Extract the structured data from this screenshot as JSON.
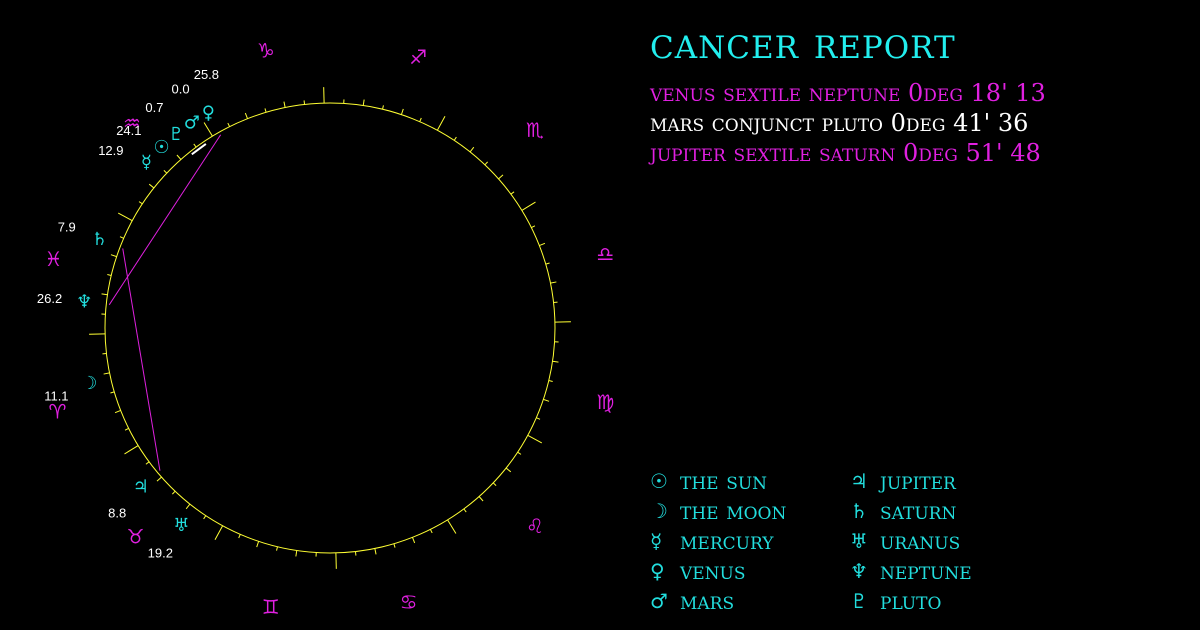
{
  "colors": {
    "background": "#000000",
    "ring": "#ffff33",
    "sign": "#e020e0",
    "planet": "#22dddd",
    "title": "#22eeee",
    "aspect_magenta": "#e020e0",
    "aspect_white": "#ffffff",
    "aspect_line": "#e020e0",
    "aspect_line_alt": "#ffffff",
    "degree_label": "#ffffff"
  },
  "title": "CANCER REPORT",
  "aspects": [
    {
      "text": "VENUS SEXTILE NEPTUNE 0DEG 18' 13",
      "color": "magenta"
    },
    {
      "text": "MARS CONJUNCT PLUTO 0DEG 41' 36",
      "color": "white"
    },
    {
      "text": "JUPITER SEXTILE SATURN 0DEG 51' 48",
      "color": "magenta"
    }
  ],
  "zodiac_signs": [
    {
      "name": "capricorn",
      "glyph": "♑",
      "angle": 103
    },
    {
      "name": "sagittarius",
      "glyph": "♐",
      "angle": 72
    },
    {
      "name": "scorpio",
      "glyph": "♏",
      "angle": 44
    },
    {
      "name": "libra",
      "glyph": "♎",
      "angle": 15
    },
    {
      "name": "virgo",
      "glyph": "♍",
      "angle": -15
    },
    {
      "name": "leo",
      "glyph": "♌",
      "angle": -44
    },
    {
      "name": "cancer",
      "glyph": "♋",
      "angle": -74
    },
    {
      "name": "gemini",
      "glyph": "♊",
      "angle": -102
    },
    {
      "name": "taurus",
      "glyph": "♉",
      "angle": -133
    },
    {
      "name": "aries",
      "glyph": "♈",
      "angle": -163
    },
    {
      "name": "pisces",
      "glyph": "♓",
      "angle": 166
    },
    {
      "name": "aquarius",
      "glyph": "♒",
      "angle": 134
    }
  ],
  "planets": [
    {
      "name": "venus",
      "glyph": "♀",
      "angle": 119.5,
      "degree": "25.8",
      "label_angle": 116
    },
    {
      "name": "mars",
      "glyph": "♂",
      "angle": 124,
      "degree": "0.0",
      "label_angle": 122
    },
    {
      "name": "pluto",
      "glyph": "♇",
      "angle": 128.5,
      "degree": "0.7",
      "label_angle": 128.5
    },
    {
      "name": "sun",
      "glyph": "☉",
      "angle": 133,
      "degree": "24.1",
      "label_angle": 135.5
    },
    {
      "name": "mercury",
      "glyph": "☿",
      "angle": 138,
      "degree": "12.9",
      "label_angle": 141
    },
    {
      "name": "saturn",
      "glyph": "♄",
      "angle": 159,
      "degree": "7.9",
      "label_angle": 159
    },
    {
      "name": "neptune",
      "glyph": "♆",
      "angle": 174,
      "degree": "26.2",
      "label_angle": 174
    },
    {
      "name": "moon",
      "glyph": "☽",
      "angle": -167,
      "degree": "11.1",
      "label_angle": -166
    },
    {
      "name": "jupiter",
      "glyph": "♃",
      "angle": -140,
      "degree": "8.8",
      "label_angle": -139
    },
    {
      "name": "uranus",
      "glyph": "♅",
      "angle": -127,
      "degree": "19.2",
      "label_angle": -127
    }
  ],
  "aspect_lines": [
    {
      "from": "venus",
      "to": "neptune",
      "color": "magenta"
    },
    {
      "from": "mars",
      "to": "pluto",
      "color": "white"
    },
    {
      "from": "jupiter",
      "to": "saturn",
      "color": "magenta"
    }
  ],
  "legend": [
    {
      "glyph": "☉",
      "label": "THE SUN"
    },
    {
      "glyph": "♃",
      "label": "JUPITER"
    },
    {
      "glyph": "☽",
      "label": "THE MOON"
    },
    {
      "glyph": "♄",
      "label": "SATURN"
    },
    {
      "glyph": "☿",
      "label": "MERCURY"
    },
    {
      "glyph": "♅",
      "label": "URANUS"
    },
    {
      "glyph": "♀",
      "label": "VENUS"
    },
    {
      "glyph": "♆",
      "label": "NEPTUNE"
    },
    {
      "glyph": "♂",
      "label": "MARS"
    },
    {
      "glyph": "♇",
      "label": "PLUTO"
    }
  ]
}
